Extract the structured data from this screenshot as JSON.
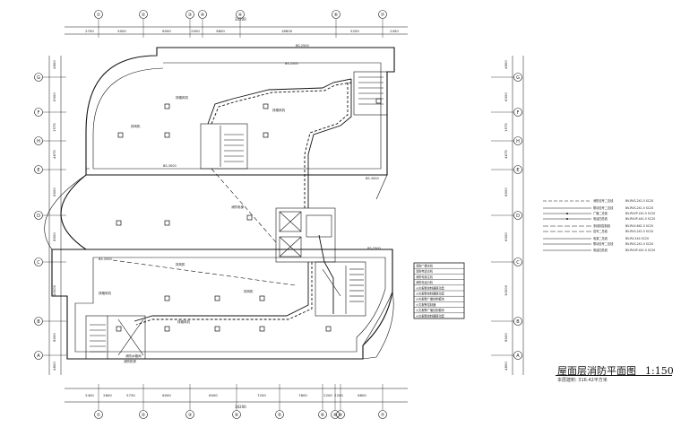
{
  "drawing": {
    "title": "屋面层消防平面图",
    "scale": "1:150",
    "subtitle": "本层建积: 316.42平方米"
  },
  "axes": {
    "top_labels": [
      "①",
      "②",
      "③",
      "④",
      "④",
      "⑥",
      "⑦"
    ],
    "top_dims": [
      "2700",
      "5000",
      "6000",
      "2000",
      "9800",
      "18600",
      "5250",
      "2450"
    ],
    "top_total": "34200",
    "bottom_labels": [
      "①",
      "②",
      "③",
      "④",
      "⑤",
      "⑥",
      "⑧",
      "⑧",
      "⑦"
    ],
    "bottom_dims": [
      "2400",
      "2800",
      "5730",
      "6000",
      "6000",
      "7200",
      "7800",
      "2200",
      "2200",
      "6800"
    ],
    "bottom_total": "34200",
    "left_labels": [
      "G",
      "F",
      "H",
      "E",
      "D",
      "C",
      "B",
      "A"
    ],
    "left_dims": [
      "4800",
      "6300",
      "1575",
      "4675",
      "8000",
      "8000",
      "10000",
      "8000",
      "4800"
    ],
    "right_labels": [
      "G",
      "F",
      "H",
      "E",
      "D",
      "C",
      "B",
      "A"
    ],
    "right_dims": [
      "4800",
      "6300",
      "1575",
      "4675",
      "8000",
      "6000",
      "10000",
      "8000",
      "4800"
    ]
  },
  "legend": {
    "items": [
      {
        "label": "消防信号二总线",
        "spec": "BV-RVS-2X1.5 SC20"
      },
      {
        "label": "联动信号二总线",
        "spec": "BV-RVS-2X1.5 SC20"
      },
      {
        "label": "广播二总线",
        "spec": "BV-RVVP-2X1.5 SC20"
      },
      {
        "label": "电话四总线",
        "spec": "BV-RVVP-4X1.5 SC20"
      },
      {
        "label": "多线制控制线",
        "spec": "BV-RVV-6X1.5 SC25"
      },
      {
        "label": "信号二总线",
        "spec": "BV-RVS-2X1.5 SC20"
      },
      {
        "label": "电源二总线",
        "spec": "BV-RV-2X4 SC20"
      },
      {
        "label": "联动信号二总线",
        "spec": "BV-RVS-2X1.5 SC20"
      },
      {
        "label": "电话四总线",
        "spec": "BV-RVVP-4X1.5 SC20"
      }
    ]
  },
  "equipment_list": {
    "rows": [
      "消防广播主机",
      "消防电话主机",
      "消防电源主机",
      "消防电话分机",
      "火灾报警控制器联动型",
      "火灾报警控制器联动型",
      "火灾报警广播控制模块",
      "火灾报警控制器",
      "火灾报警广播控制模块",
      "火灾报警控制器联动型"
    ]
  },
  "plan_labels": {
    "l1": "BS-2500",
    "l2": "BS-2500",
    "l3": "BS-3000",
    "l4": "BS-3000",
    "l5": "BS-2500",
    "l6": "BS-2500",
    "l7": "消防机房",
    "l8": "消防电梯",
    "l9": "排烟风机",
    "l10": "排烟风机",
    "l11": "排风机",
    "l12": "排风机",
    "l13": "排烟风机",
    "l14": "排风机",
    "l15": "排烟风机",
    "l16": "消防水箱间"
  }
}
